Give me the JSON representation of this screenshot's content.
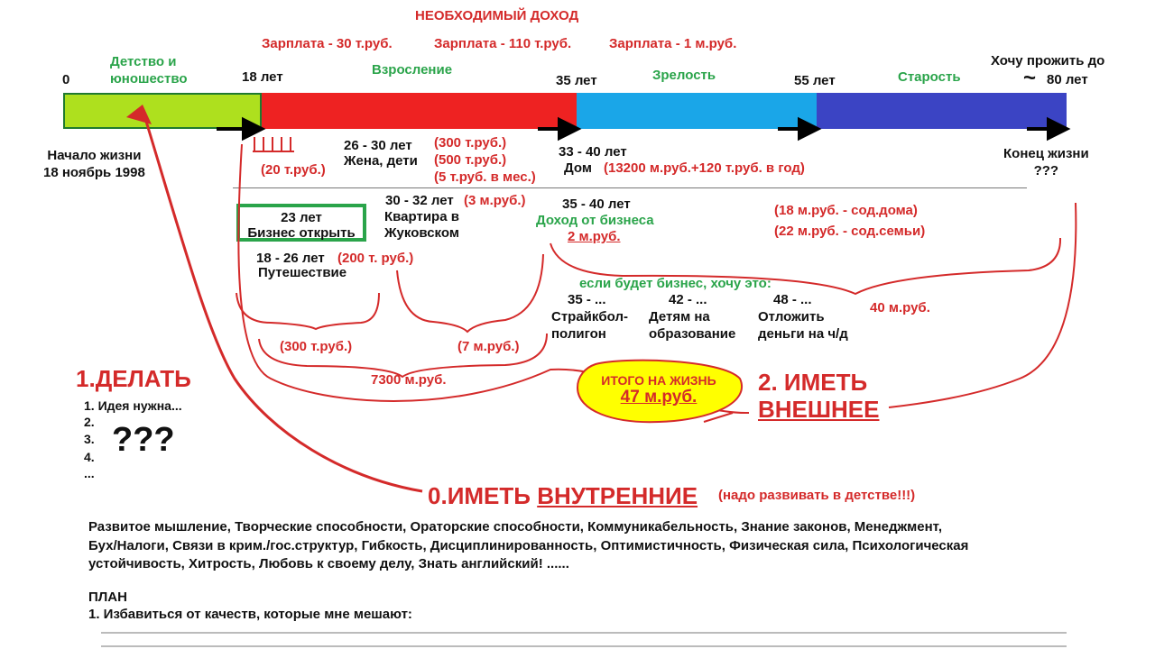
{
  "colors": {
    "childhood": "#aee01e",
    "adulthood": "#ee2222",
    "maturity": "#1aa6e8",
    "oldness": "#3b44c4",
    "red": "#d42a2a",
    "green": "#2aa44a",
    "highlight": "#ffff00"
  },
  "header": {
    "title": "НЕОБХОДИМЫЙ ДОХОД"
  },
  "salaries": [
    "Зарплата - 30 т.руб.",
    "Зарплата - 110 т.руб.",
    "Зарплата - 1 м.руб."
  ],
  "ages": {
    "a0": "0",
    "a18": "18 лет",
    "a35": "35 лет",
    "a55": "55 лет",
    "a80_line1": "Хочу прожить до",
    "a80_line2": "80 лет",
    "tilde": "~"
  },
  "phases": {
    "childhood_1": "Детство и",
    "childhood_2": "юношество",
    "adult": "Взросление",
    "mature": "Зрелость",
    "old": "Старость"
  },
  "life": {
    "start_1": "Начало жизни",
    "start_2": "18 ноябрь 1998",
    "end_1": "Конец жизни",
    "end_2": "???"
  },
  "timeline_notes": {
    "teen_money": "(20 т.руб.)",
    "family_age": "26 - 30 лет",
    "family_label": "Жена, дети",
    "family_cost_1": "(300 т.руб.)",
    "family_cost_2": "(500 т.руб.)",
    "family_cost_3": "(5 т.руб. в мес.)",
    "house_age": "33 - 40 лет",
    "house_label": "Дом",
    "house_cost": "(13200 м.руб.+120 т.руб. в год)"
  },
  "business": {
    "age": "23 лет",
    "label": "Бизнес открыть"
  },
  "apartment": {
    "age": "30 - 32 лет",
    "cost": "(3 м.руб.)",
    "label_1": "Квартира в",
    "label_2": "Жуковском"
  },
  "income": {
    "age": "35 - 40 лет",
    "label": "Доход от бизнеса",
    "value": "2 м.руб."
  },
  "upkeep": {
    "house": "(18 м.руб. - сод.дома)",
    "family": "(22 м.руб. - сод.семьи)",
    "total": "40 м.руб."
  },
  "travel": {
    "age": "18 - 26 лет",
    "cost": "(200 т. руб.)",
    "label": "Путешествие",
    "sum_left": "(300 т.руб.)",
    "sum_right": "(7 м.руб.)",
    "total": "7300 м.руб."
  },
  "wishes": {
    "header": "если будет бизнес, хочу это:",
    "items": [
      {
        "age": "35 - ...",
        "line1": "Страйкбол-",
        "line2": "полигон"
      },
      {
        "age": "42 - ...",
        "line1": "Детям на",
        "line2": "образование"
      },
      {
        "age": "48 - ...",
        "line1": "Отложить",
        "line2": "деньги на ч/д"
      }
    ]
  },
  "total": {
    "line1": "ИТОГО НА ЖИЗНЬ",
    "line2": "47 м.руб."
  },
  "do": {
    "num": "1.",
    "title": "ДЕЛАТЬ",
    "item1": "1. Идея нужна...",
    "item2": "2.",
    "item3": "3.",
    "item4": "4.",
    "item5": "...",
    "big": "???"
  },
  "have_external": {
    "num": "2.",
    "line1": "ИМЕТЬ",
    "line2": "ВНЕШНЕЕ"
  },
  "have_internal": {
    "num": "0.",
    "word": "ИМЕТЬ",
    "word_u": "ВНУТРЕННИЕ",
    "note": "(надо развивать в детстве!!!)"
  },
  "qualities": [
    "Развитое мышление, Творческие способности, Ораторские способности, Коммуникабельность, Знание законов, Менеджмент,",
    "Бух/Налоги, Связи в крим./гос.структур, Гибкость, Дисциплинированность, Оптимистичность, Физическая сила, Психологическая",
    "устойчивость, Хитрость, Любовь к своему делу,  Знать английский!  ......"
  ],
  "plan": {
    "title": "ПЛАН",
    "item1": "1. Избавиться от качеств, которые мне мешают:"
  }
}
